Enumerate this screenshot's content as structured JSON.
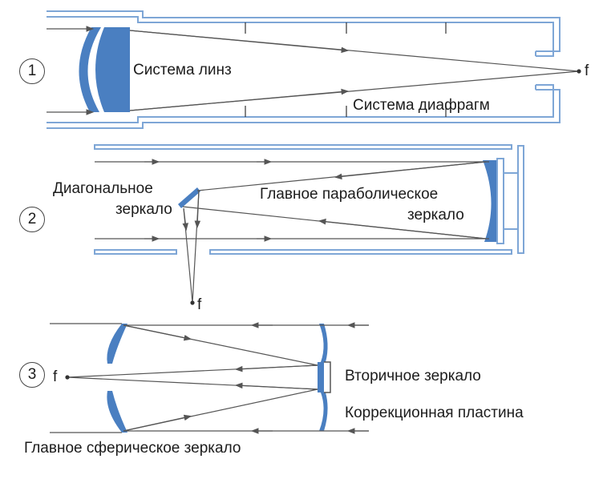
{
  "diagrams": [
    {
      "number": "1",
      "labels": {
        "lens_system": "Система линз",
        "diaphragm_system": "Система диафрагм",
        "focus": "f"
      }
    },
    {
      "number": "2",
      "labels": {
        "diagonal_mirror_line1": "Диагональное",
        "diagonal_mirror_line2": "зеркало",
        "primary_parabolic_line1": "Главное параболическое",
        "primary_parabolic_line2": "зеркало",
        "focus": "f"
      }
    },
    {
      "number": "3",
      "labels": {
        "focus": "f",
        "secondary_mirror": "Вторичное зеркало",
        "corrector_plate": "Коррекционная пластина",
        "primary_spherical": "Главное сферическое зеркало"
      }
    }
  ],
  "colors": {
    "optic_fill": "#4a7fc1",
    "tube_stroke": "#7ea6d6",
    "ray": "#555555",
    "text": "#1c1c1c"
  }
}
